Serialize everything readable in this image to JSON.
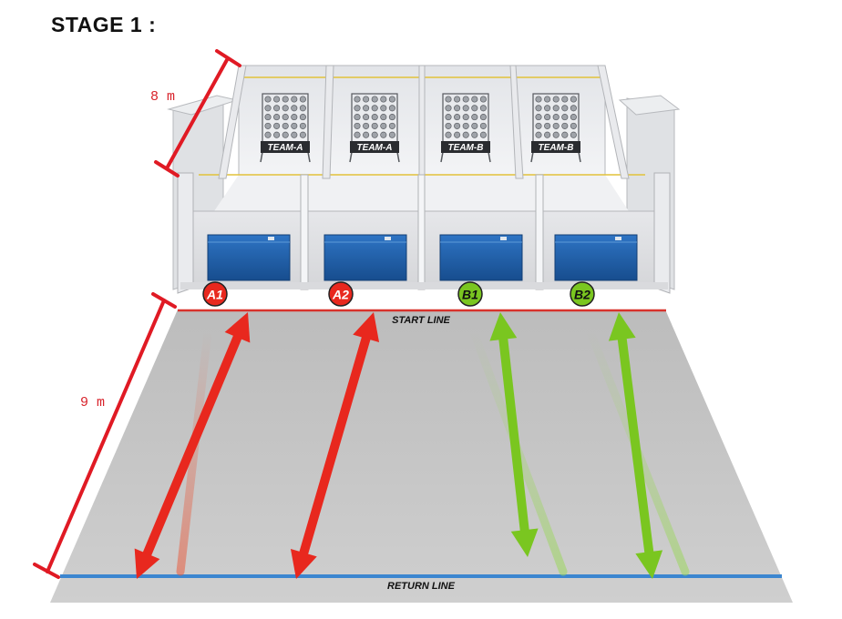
{
  "title": "STAGE 1 :",
  "dimensions": {
    "top_depth": "8 m",
    "field_length": "9 m"
  },
  "booths": [
    {
      "sign": "TEAM-A",
      "player": "A1",
      "team": "A"
    },
    {
      "sign": "TEAM-A",
      "player": "A2",
      "team": "A"
    },
    {
      "sign": "TEAM-B",
      "player": "B1",
      "team": "B"
    },
    {
      "sign": "TEAM-B",
      "player": "B2",
      "team": "B"
    }
  ],
  "lines": {
    "start": "START LINE",
    "return": "RETURN LINE"
  },
  "colors": {
    "team_a": "#e8281e",
    "team_b": "#7ac620",
    "start_line": "#d8322c",
    "return_line": "#3b86d0",
    "dimension": "#e01a24",
    "box": "#1f5fa8",
    "floor": "#c9c9c9"
  }
}
